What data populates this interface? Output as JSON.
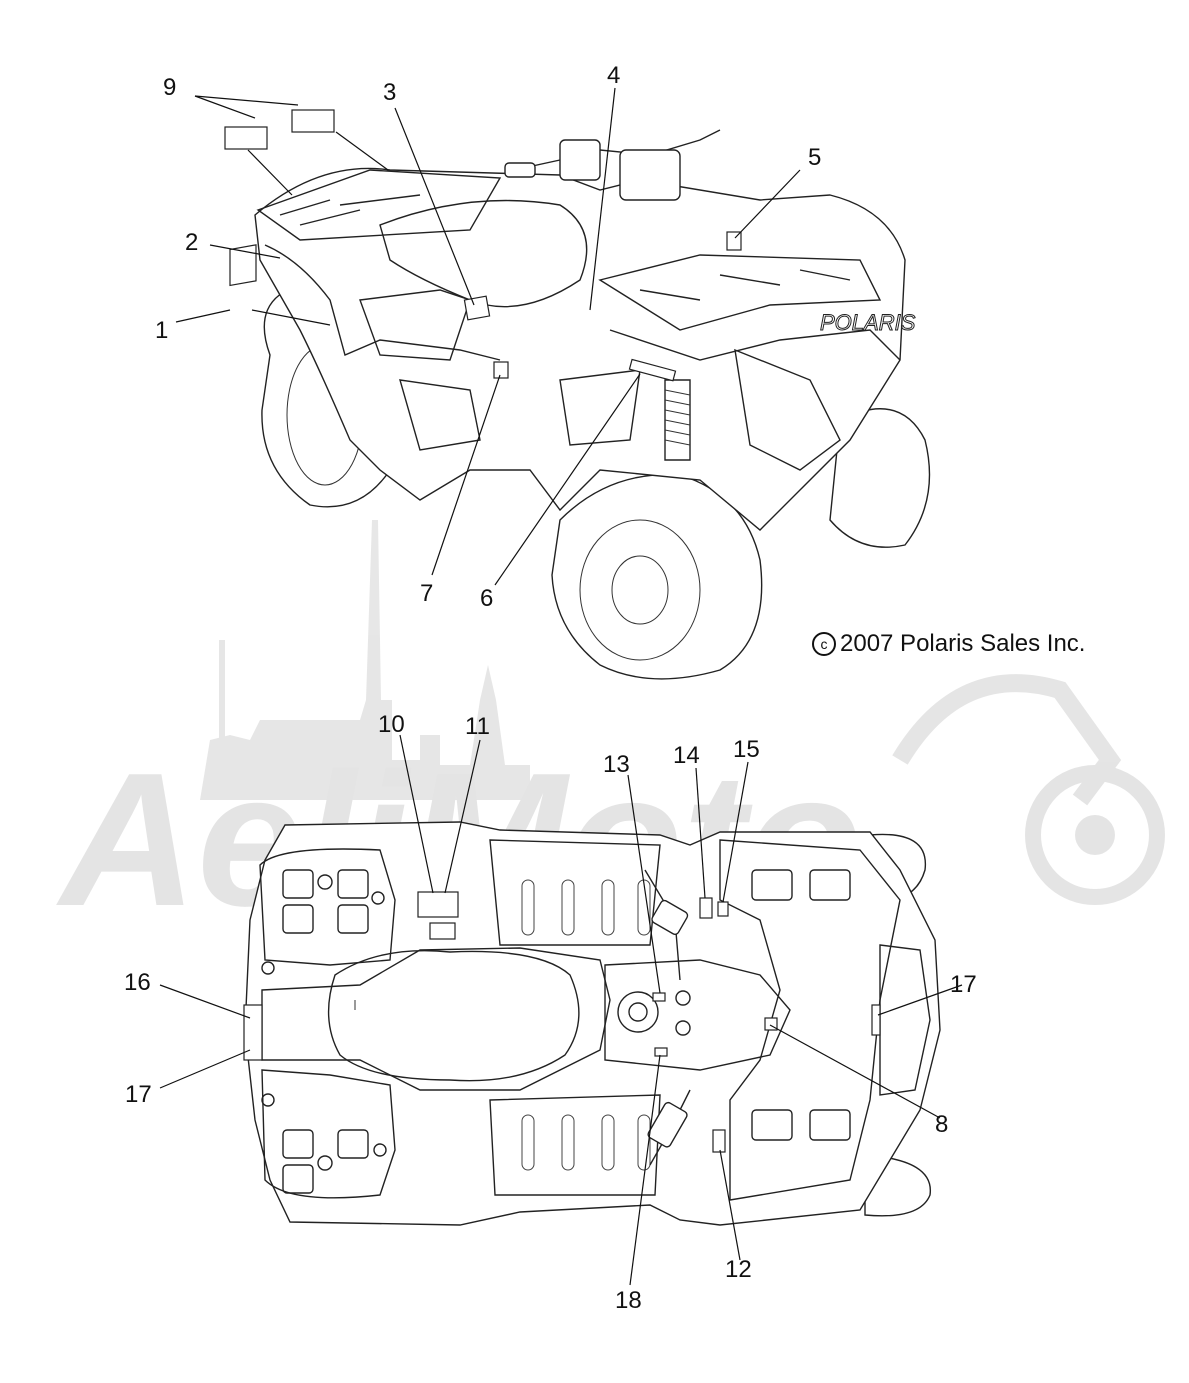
{
  "diagram": {
    "copyright": "2007 Polaris Sales Inc.",
    "copyright_symbol": "c",
    "watermark_text": "AeliMoto",
    "callouts": {
      "c1": "1",
      "c2": "2",
      "c3": "3",
      "c4": "4",
      "c5": "5",
      "c6": "6",
      "c7": "7",
      "c8": "8",
      "c9": "9",
      "c10": "10",
      "c11": "11",
      "c12": "12",
      "c13": "13",
      "c14": "14",
      "c15": "15",
      "c16": "16",
      "c17a": "17",
      "c17b": "17",
      "c18": "18"
    }
  }
}
